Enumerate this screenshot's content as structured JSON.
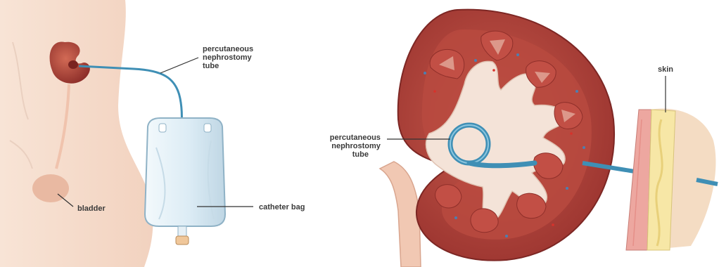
{
  "labels": {
    "left_tube": [
      "percutaneous",
      "nephrostomy",
      "tube"
    ],
    "bladder": "bladder",
    "catheter_bag": "catheter bag",
    "right_tube": [
      "percutaneous",
      "nephrostomy",
      "tube"
    ],
    "skin": "skin"
  },
  "colors": {
    "skin_tone": "#f6dccb",
    "kidney_dark": "#b0403a",
    "kidney_medulla": "#d88a7c",
    "pelvis": "#f5e6dc",
    "tube": "#3f8fb5",
    "bag": "#dfeef6",
    "fat": "#f7e7a6",
    "dermis": "#eda7a0"
  }
}
